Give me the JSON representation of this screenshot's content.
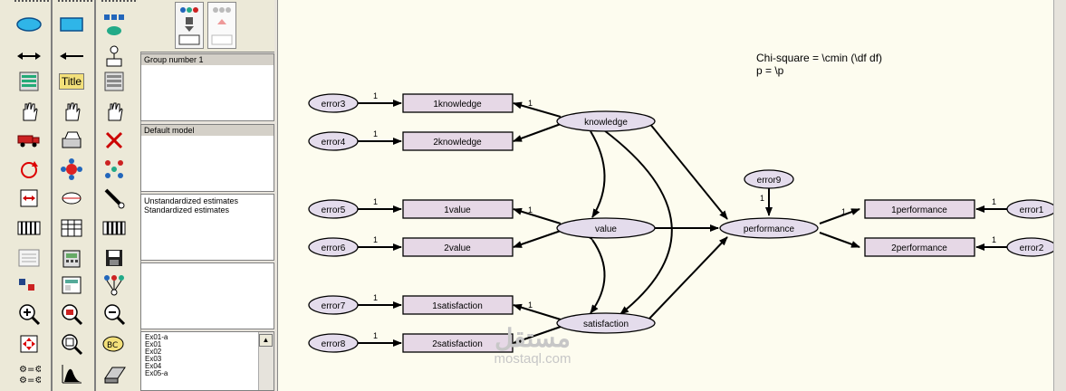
{
  "groups_panel": {
    "selected": "Group number 1"
  },
  "models_panel": {
    "selected": "Default model"
  },
  "estimates_panel": {
    "items": [
      "Unstandardized estimates",
      "Standardized estimates"
    ]
  },
  "file_list": {
    "items": [
      "Ex01-a",
      "Ex01",
      "Ex02",
      "Ex03",
      "Ex04",
      "Ex05-a"
    ]
  },
  "toolbar": {
    "title_tool_label": "Title"
  },
  "diagram": {
    "annotation_line1": "Chi-square = \\cmin (\\df df)",
    "annotation_line2": "p = \\p",
    "observed": {
      "k1": "1knowledge",
      "k2": "2knowledge",
      "v1": "1value",
      "v2": "2value",
      "s1": "1satisfaction",
      "s2": "2satisfaction",
      "p1": "1performance",
      "p2": "2performance"
    },
    "latent": {
      "knowledge": "knowledge",
      "value": "value",
      "satisfaction": "satisfaction",
      "performance": "performance"
    },
    "errors": {
      "e1": "error1",
      "e2": "error2",
      "e3": "error3",
      "e4": "error4",
      "e5": "error5",
      "e6": "error6",
      "e7": "error7",
      "e8": "error8",
      "e9": "error9"
    },
    "path_label": "1"
  },
  "watermark": {
    "arabic": "مستقل",
    "latin": "mostaql.com"
  },
  "colors": {
    "canvas": "#fdfcef",
    "observed_fill": "#e6d8e6",
    "latent_fill": "#e4dcec"
  }
}
